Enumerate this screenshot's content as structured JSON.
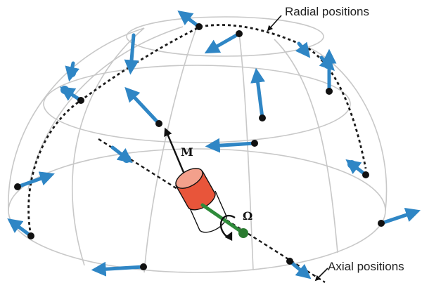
{
  "labels": {
    "radial": "Radial positions",
    "axial": "Axial positions",
    "moment": "M",
    "rotation": "Ω"
  },
  "colors": {
    "mesh": "#c8c8c8",
    "dot": "#111111",
    "arrow": "#2f86c5",
    "dashed": "#1a1a1a",
    "cylinder_top": "#f3a08c",
    "cylinder_body": "#e8553a",
    "rotation_axis": "#2e8b3a",
    "green_dot": "#2a7a30"
  },
  "icons": {
    "rotation": "curved-arrow-icon",
    "moment": "arrow-up-icon"
  }
}
